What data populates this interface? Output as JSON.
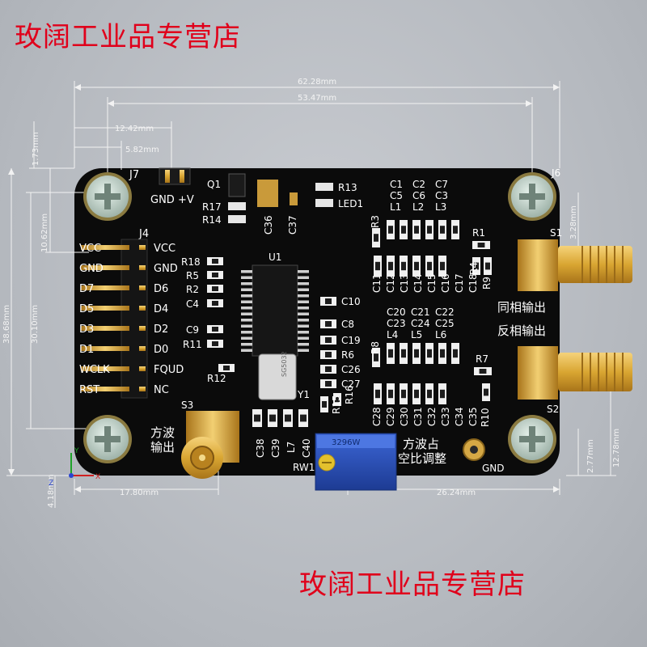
{
  "watermark": {
    "top": "玫阔工业品专营店",
    "bottom": "玫阔工业品专营店"
  },
  "dimensions": {
    "overall_width": "62.28mm",
    "hole_spacing_x": "53.47mm",
    "d1": "12.42mm",
    "d2": "5.82mm",
    "d3": "1.73mm",
    "d4": "10.62mm",
    "right_top": "3.28mm",
    "overall_height": "38.68mm",
    "hole_spacing_y": "30.10mm",
    "bottom_left": "17.80mm",
    "bottom_right": "26.24mm",
    "right_b1": "12.78mm",
    "right_b2": "2.77mm",
    "left_small": "4.18mm"
  },
  "board": {
    "connectors": {
      "j7": "J7",
      "j6": "J6",
      "j4": "J4",
      "s1": "S1",
      "s2": "S2",
      "s3": "S3",
      "q1": "Q1",
      "u1": "U1",
      "y1": "Y1",
      "rw1": "RW1",
      "crystal": "SG5032",
      "pot": "3296W"
    },
    "power_header": "GND +V",
    "j4_left_pins": [
      "VCC",
      "GND",
      "D7",
      "D5",
      "D3",
      "D1",
      "WCLK",
      "RST"
    ],
    "j4_right_pins": [
      "VCC",
      "GND",
      "D6",
      "D4",
      "D2",
      "D0",
      "FQUD",
      "NC"
    ],
    "parts": {
      "r13": "R13",
      "led1": "LED1",
      "r17": "R17",
      "r14": "R14",
      "c36": "C36",
      "c37": "C37",
      "r18": "R18",
      "r5": "R5",
      "r2": "R2",
      "c4": "C4",
      "c9": "C9",
      "r11": "R11",
      "r12": "R12",
      "c10": "C10",
      "c8": "C8",
      "c19": "C19",
      "r6": "R6",
      "c26": "C26",
      "c27": "C27",
      "r15": "R15",
      "r16": "R16",
      "r8": "R8",
      "r3": "R3",
      "r1": "R1",
      "r4": "R4",
      "r9": "R9",
      "r7": "R7",
      "r10": "R10",
      "c38": "C38",
      "c39": "C39",
      "l7": "L7",
      "c40": "C40"
    },
    "filter_grid": [
      [
        "C1",
        "C2",
        "C7"
      ],
      [
        "C5",
        "C6",
        "C3"
      ],
      [
        "L1",
        "L2",
        "L3"
      ]
    ],
    "cap_row_1": [
      "C11",
      "C12",
      "C13",
      "C14",
      "C15",
      "C16",
      "C17",
      "C18"
    ],
    "filter_grid_2": [
      [
        "C20",
        "C21",
        "C22"
      ],
      [
        "C23",
        "C24",
        "C25"
      ],
      [
        "L4",
        "L5",
        "L6"
      ]
    ],
    "cap_row_2": [
      "C28",
      "C29",
      "C30",
      "C31",
      "C32",
      "C33",
      "C34",
      "C35"
    ],
    "outputs": {
      "in_phase": "同相输出",
      "anti_phase": "反相输出",
      "square_out_1": "方波",
      "square_out_2": "输出",
      "duty_adj_1": "方波占",
      "duty_adj_2": "空比调整",
      "gnd": "GND"
    },
    "axis": {
      "x": "X",
      "y": "Y",
      "z": "Z"
    }
  }
}
